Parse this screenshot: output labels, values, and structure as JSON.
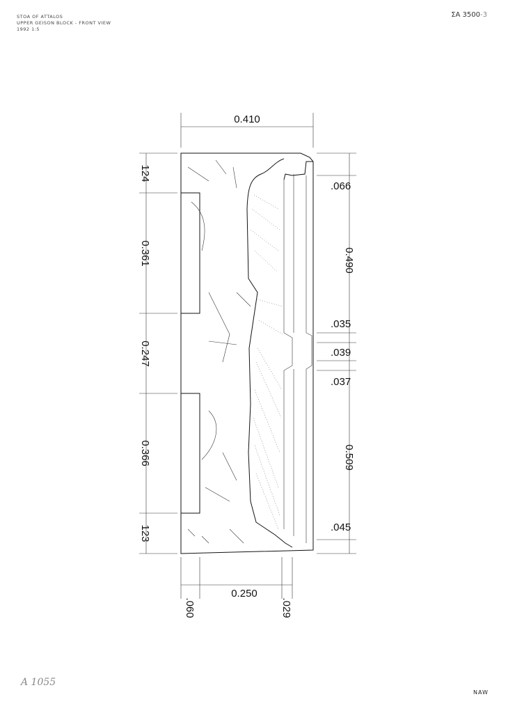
{
  "header": {
    "lines": [
      "STOA OF ATTALOS",
      "UPPER GEISON BLOCK - FRONT VIEW",
      "1992   1:5"
    ],
    "catalog_id": "ΣΑ 3500",
    "catalog_suffix": "-3"
  },
  "footer": {
    "inventory": "A 1055",
    "initials": "NAW"
  },
  "dimensions": {
    "top_width": "0.410",
    "left": [
      "124",
      "0.361",
      "0.247",
      "0.366",
      "123"
    ],
    "right": [
      ".066",
      "0.490",
      ".035",
      ".039",
      ".037",
      "0.509",
      ".045"
    ],
    "bottom": [
      ".060",
      "0.250",
      ".029"
    ]
  }
}
